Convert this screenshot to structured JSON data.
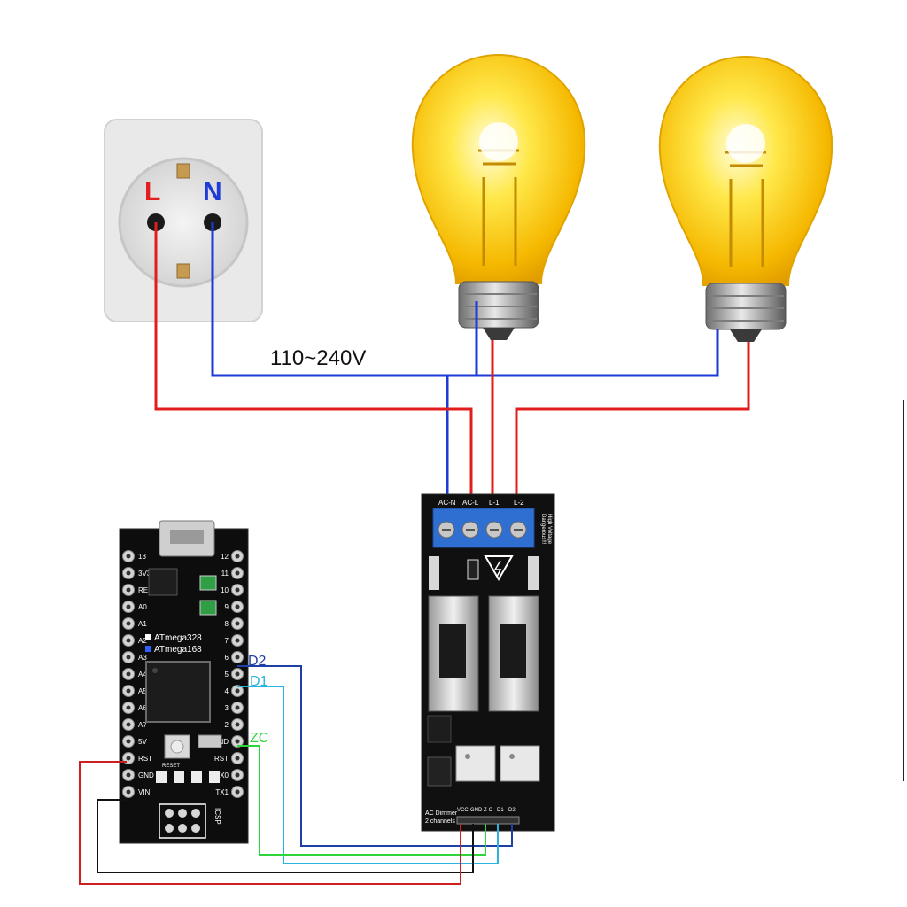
{
  "outlet": {
    "live_label": "L",
    "neutral_label": "N"
  },
  "voltage_label": "110~240V",
  "dimmer_module": {
    "terminals": [
      "AC-N",
      "AC-L",
      "L-1",
      "L-2"
    ],
    "side_text": [
      "Dangerous!!!",
      "High Voltage"
    ],
    "title_lines": [
      "AC Dimmer",
      "2 channels"
    ],
    "pins": [
      "VCC",
      "GND",
      "Z-C",
      "D1",
      "D2"
    ]
  },
  "arduino": {
    "chip_lines": [
      "ATmega328",
      "ATmega168"
    ],
    "right_pins": [
      "12",
      "11",
      "10",
      "9",
      "8",
      "7",
      "6",
      "5",
      "4",
      "3",
      "2",
      "GND",
      "RST",
      "RX0",
      "TX1"
    ],
    "left_pins": [
      "13",
      "3V3",
      "REF",
      "A0",
      "A1",
      "A2",
      "A3",
      "A4",
      "A5",
      "A6",
      "A7",
      "5V",
      "RST",
      "GND",
      "VIN"
    ],
    "icsp_label": "ICSP",
    "reset_label": "RESET"
  },
  "signal_labels": {
    "d2": "D2",
    "d1": "D1",
    "zc": "ZC"
  },
  "colors": {
    "live_wire": "#e11d1d",
    "neutral_wire": "#1d3bd6",
    "d2_wire": "#1f3fa8",
    "d1_wire": "#2bb3e0",
    "zc_wire": "#2fd43a",
    "gnd_wire": "#111111",
    "vcc_wire": "#cc2020",
    "bulb": "#f7c400"
  }
}
